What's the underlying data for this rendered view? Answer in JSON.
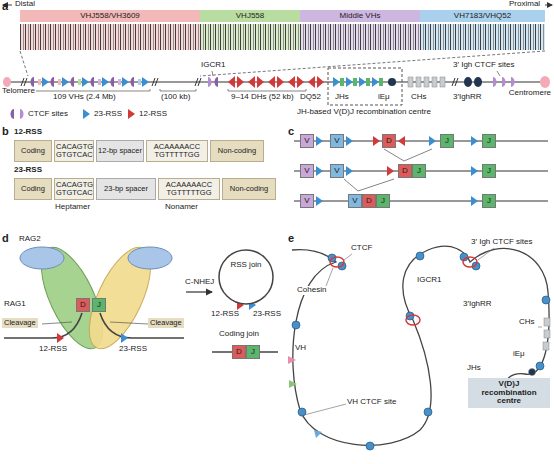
{
  "diagram": {
    "nodes": [
      {
        "text": [
          "VHJ558/VH3609"
        ]
      },
      {
        "text": [
          "VHJ558"
        ]
      },
      {
        "text": [
          "Middle VHs"
        ]
      },
      {
        "text": [
          "VH7183/VHQ52"
        ]
      },
      {
        "text": [
          "Coding"
        ]
      },
      {
        "text": [
          "CACAGTG GTGTCAC"
        ]
      },
      {
        "text": [
          "12-bp spacer"
        ]
      },
      {
        "text": [
          "ACAAAAACC TGTTTTTGG"
        ]
      },
      {
        "text": [
          "Non-coding"
        ]
      },
      {
        "text": [
          "Coding"
        ]
      },
      {
        "text": [
          "CACAGTG GTGTCAC"
        ]
      },
      {
        "text": [
          "23-bp spacer"
        ]
      },
      {
        "text": [
          "ACAAAAACC TGTTTTTGG"
        ]
      },
      {
        "text": [
          "Non-coding"
        ]
      },
      {
        "text": [
          "V"
        ]
      },
      {
        "text": [
          "V"
        ]
      },
      {
        "text": [
          "D"
        ]
      },
      {
        "text": [
          "J"
        ]
      },
      {
        "text": [
          "J"
        ]
      },
      {
        "text": [
          "V"
        ]
      },
      {
        "text": [
          "V"
        ]
      },
      {
        "text": [
          "D"
        ]
      },
      {
        "text": [
          "J"
        ]
      },
      {
        "text": [
          "J"
        ]
      },
      {
        "text": [
          "V"
        ]
      },
      {
        "text": [
          "V"
        ]
      },
      {
        "text": [
          "D"
        ]
      },
      {
        "text": [
          "J"
        ]
      },
      {
        "text": [
          "J"
        ]
      },
      {
        "text": [
          "D"
        ]
      },
      {
        "text": [
          "J"
        ]
      },
      {
        "text": [
          "RSS join"
        ]
      },
      {
        "text": [
          "D"
        ]
      },
      {
        "text": [
          "J"
        ]
      },
      {
        "text": [
          "V(D)J recombination centre"
        ]
      }
    ],
    "labels": [
      "a",
      "Distal",
      "Proximal",
      "Telomere",
      "IGCR1",
      "3′ Igh CTCF sites",
      "Centromere",
      "109 VHs (2.4 Mb)",
      "(100 kb)",
      "9–14 DHs (52 kb)",
      "DQ52",
      "JHs",
      "iEμ",
      "CHs",
      "3′IghRR",
      "JH-based V(D)J recombination centre",
      "b",
      "12-RSS",
      "23-RSS",
      "Heptamer",
      "Nonamer",
      "c",
      "d",
      "RAG2",
      "RAG1",
      "Cleavage",
      "Cleavage",
      "12-RSS",
      "23-RSS",
      "C-NHEJ",
      "12-RSS",
      "23-RSS",
      "Coding join",
      "e",
      "CTCF",
      "Cohesin",
      "3′ Igh CTCF sites",
      "IGCR1",
      "3′IghRR",
      "CHs",
      "iEμ",
      "JHs",
      "VH",
      "VH CTCF site"
    ],
    "legend": [
      {
        "text": "CTCF sites"
      },
      {
        "text": "23-RSS"
      },
      {
        "text": "12-RSS"
      }
    ]
  }
}
